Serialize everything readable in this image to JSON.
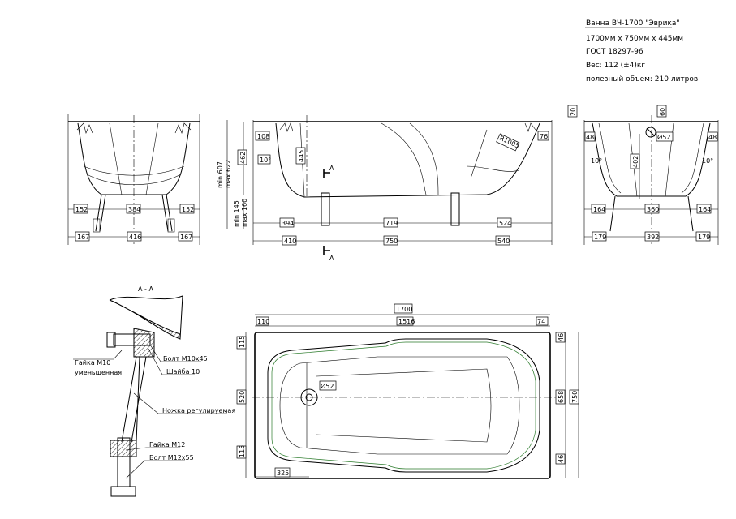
{
  "title_block": {
    "name": "Ванна ВЧ-1700 \"Эврика\"",
    "size": "1700мм х 750мм х 445мм",
    "standard": "ГОСТ 18297-96",
    "weight": "Вес: 112 (±4)кг",
    "volume": "полезный объем: 210 литров"
  },
  "front_view": {
    "dims_top_row": [
      "152",
      "384",
      "152"
    ],
    "dims_bottom_row": [
      "167",
      "416",
      "167"
    ],
    "height_min": "min 607",
    "height_max": "max 622",
    "height_inner": "462",
    "leg_min": "min 145",
    "leg_max": "max 160"
  },
  "side_view": {
    "rim_left": "108",
    "angle": "10°",
    "depth": "445",
    "radius": "R1005",
    "rim_right": "76",
    "dims_top_row": [
      "394",
      "719",
      "524"
    ],
    "dims_bottom_row": [
      "410",
      "750",
      "540"
    ],
    "section_mark": "A"
  },
  "end_view": {
    "rim_thickness": "20",
    "drain_offset": "60",
    "drain_diameter": "Ø52",
    "rim_left": "48",
    "rim_right": "48",
    "depth": "402",
    "angle_left": "10°",
    "angle_right": "10°",
    "dims_top_row": [
      "164",
      "360",
      "164"
    ],
    "dims_bottom_row": [
      "179",
      "392",
      "179"
    ]
  },
  "section_aa": {
    "title": "А - А",
    "labels": {
      "nut_m10": "Гайка М10",
      "nut_m10_sub": "уменьшенная",
      "bolt_m10": "Болт М10х45",
      "washer": "Шайба 10",
      "leg": "Ножка регулируемая",
      "nut_m12": "Гайка М12",
      "bolt_m12": "Болт М12х55"
    }
  },
  "plan_view": {
    "length": "1700",
    "rim_left": "110",
    "inner_length": "1516",
    "rim_right": "74",
    "rim_top": "115",
    "inner_width": "520",
    "rim_bottom": "115",
    "drain_pos": "325",
    "drain_diameter": "Ø52",
    "rim_side_top": "46",
    "rim_side_bottom": "46",
    "bowl_width": "658",
    "width": "750"
  }
}
